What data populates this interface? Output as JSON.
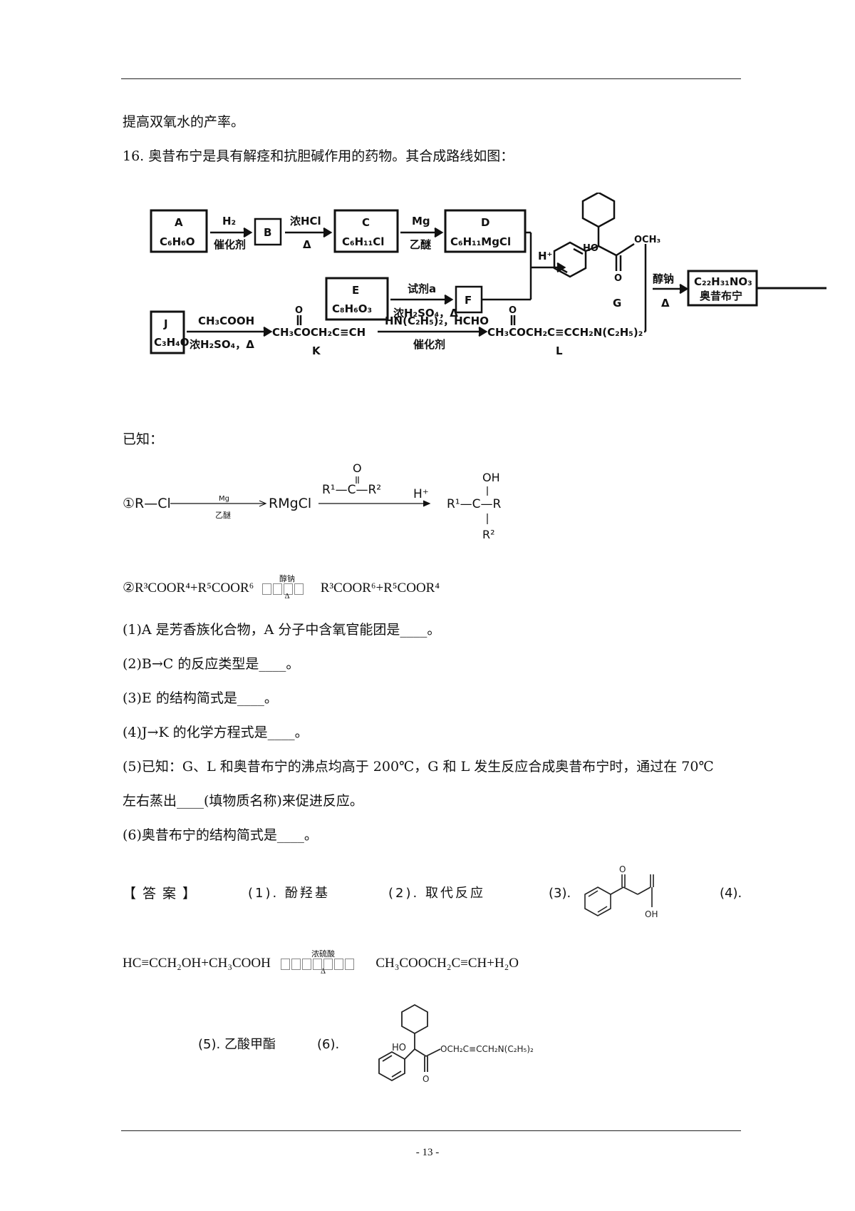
{
  "page": {
    "line1": "提高双氧水的产率。",
    "question_intro": "16. 奥昔布宁是具有解痉和抗胆碱作用的药物。其合成路线如图：",
    "known_label": "已知：",
    "page_number": "- 13 -"
  },
  "scheme": {
    "A_label": "A",
    "A_formula": "C₆H₆O",
    "H2": "H₂",
    "catalyst1": "催化剂",
    "B_label": "B",
    "HCl": "浓HCl",
    "delta": "Δ",
    "C_label": "C",
    "C_formula": "C₆H₁₁Cl",
    "Mg": "Mg",
    "ether": "乙醚",
    "D_label": "D",
    "D_formula": "C₆H₁₁MgCl",
    "Hplus": "H⁺",
    "G_label": "G",
    "G_OH": "HO",
    "G_OCH3": "OCH₃",
    "G_O": "O",
    "E_label": "E",
    "E_formula": "C₈H₆O₃",
    "reagent_a": "试剂a",
    "conc_h2so4": "浓H₂SO₄，Δ",
    "F_label": "F",
    "J_label": "J",
    "J_formula": "C₃H₄O",
    "acetic": "CH₃COOH",
    "conc_h2so4_2": "浓H₂SO₄，Δ",
    "K_formula": "CH₃COCH₂C≡CH",
    "K_O": "O",
    "K_label": "K",
    "amine_reagent": "HN(C₂H₅)₂，HCHO",
    "catalyst2": "催化剂",
    "L_formula": "CH₃COCH₂C≡CCH₂N(C₂H₅)₂",
    "L_O": "O",
    "L_label": "L",
    "sodium_alkoxide": "醇钠",
    "delta2": "Δ",
    "product_formula": "C₂₂H₃₁NO₃",
    "product_name": "奥昔布宁"
  },
  "known1": {
    "start": "①R—Cl",
    "mg": "Mg",
    "ether": "乙醚",
    "rmgcl": "RMgCl",
    "ketone_O": "O",
    "ketone": "R¹—C—R²",
    "hplus": "H⁺",
    "product_OH": "OH",
    "product": "R¹—C—R",
    "product_R2": "R²"
  },
  "known2": {
    "left": "②R³COOR⁴+R⁵COOR⁶",
    "top": "醇钠",
    "bottom": "Δ",
    "right": "R³COOR⁶+R⁵COOR⁴"
  },
  "questions": [
    "(1)A 是芳香族化合物，A 分子中含氧官能团是____。",
    "(2)B→C 的反应类型是____。",
    "(3)E 的结构简式是____。",
    "(4)J→K 的化学方程式是____。",
    "(5)已知：G、L 和奥昔布宁的沸点均高于 200℃，G 和 L 发生反应合成奥昔布宁时，通过在 70℃",
    "左右蒸出____(填物质名称)来促进反应。",
    "(6)奥昔布宁的结构简式是____。"
  ],
  "answer": {
    "label": "【答案】",
    "a1": "(1). 酚羟基",
    "a2": "(2). 取代反应",
    "a3": "(3).",
    "a4": "(4).",
    "a3_O": "O",
    "a3_OH": "OH",
    "eq_left": "HC≡CCH₂OH+CH₃COOH",
    "eq_top": "浓硫酸",
    "eq_bottom": "Δ",
    "eq_right": "CH₃COOCH₂C≡CH+H₂O",
    "a5": "(5). 乙酸甲酯",
    "a6": "(6).",
    "a6_HO": "HO",
    "a6_chain": "OCH₂C≡CCH₂N(C₂H₅)₂",
    "a6_O": "O"
  }
}
